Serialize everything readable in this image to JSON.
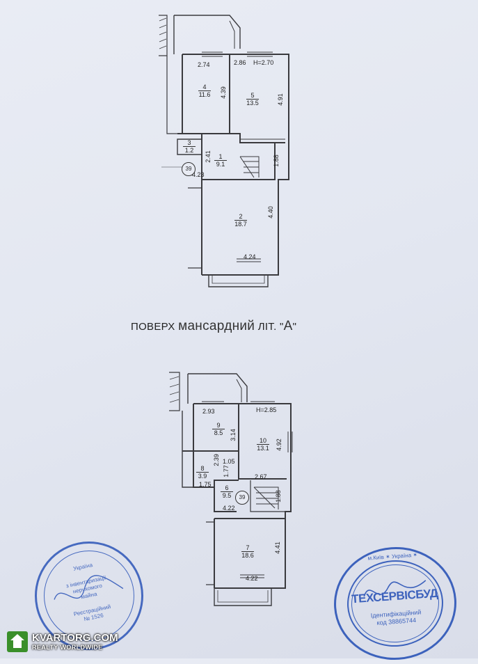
{
  "floor_title": {
    "prefix": "ПОВЕРХ",
    "handwritten": "мансардний",
    "mid": "ЛІТ. \"",
    "letter": "А",
    "suffix": "\""
  },
  "plan_top": {
    "dims": {
      "d274": "2.74",
      "d286": "2.86",
      "h": "H=2.70",
      "d439": "4.39",
      "d491": "4.91",
      "d241": "2.41",
      "d188": "1.88",
      "d423": "4.23",
      "d440": "4.40",
      "d424": "4.24"
    },
    "rooms": [
      {
        "num": "4",
        "area": "11.6"
      },
      {
        "num": "5",
        "area": "13.5"
      },
      {
        "num": "3",
        "area": "1.2"
      },
      {
        "num": "1",
        "area": "9.1"
      },
      {
        "num": "2",
        "area": "18.7"
      }
    ],
    "marker": "39"
  },
  "plan_bottom": {
    "dims": {
      "d293": "2.93",
      "h": "H=2.85",
      "d314": "3.14",
      "d492": "4.92",
      "d239": "2.39",
      "d105": "1.05",
      "d177": "1.77",
      "d267": "2.67",
      "d175": "1.75",
      "d188": "1.88",
      "d422a": "4.22",
      "d441": "4.41",
      "d422b": "4.22"
    },
    "rooms": [
      {
        "num": "9",
        "area": "8.5"
      },
      {
        "num": "10",
        "area": "13.1"
      },
      {
        "num": "8",
        "area": "3.9"
      },
      {
        "num": "6",
        "area": "9.5"
      },
      {
        "num": "7",
        "area": "18.6"
      }
    ],
    "marker": "39"
  },
  "stamp_left": {
    "lines": [
      "Україна",
      "з інвентаризації",
      "нерухомого",
      "майна",
      "Реєстраційний",
      "№ 1526"
    ]
  },
  "stamp_right": {
    "outer": "м.Київ ✶ Україна ✶",
    "name": "ТЕХСЕРВІСБУД",
    "id_label": "Ідентифікаційний",
    "code": "код 38865744"
  },
  "watermark": {
    "line1": "KVARTORG.COM",
    "line2": "REALTY WORLDWIDE"
  },
  "colors": {
    "stamp": "#2c55b8",
    "watermark_green": "#3a8f2a"
  }
}
